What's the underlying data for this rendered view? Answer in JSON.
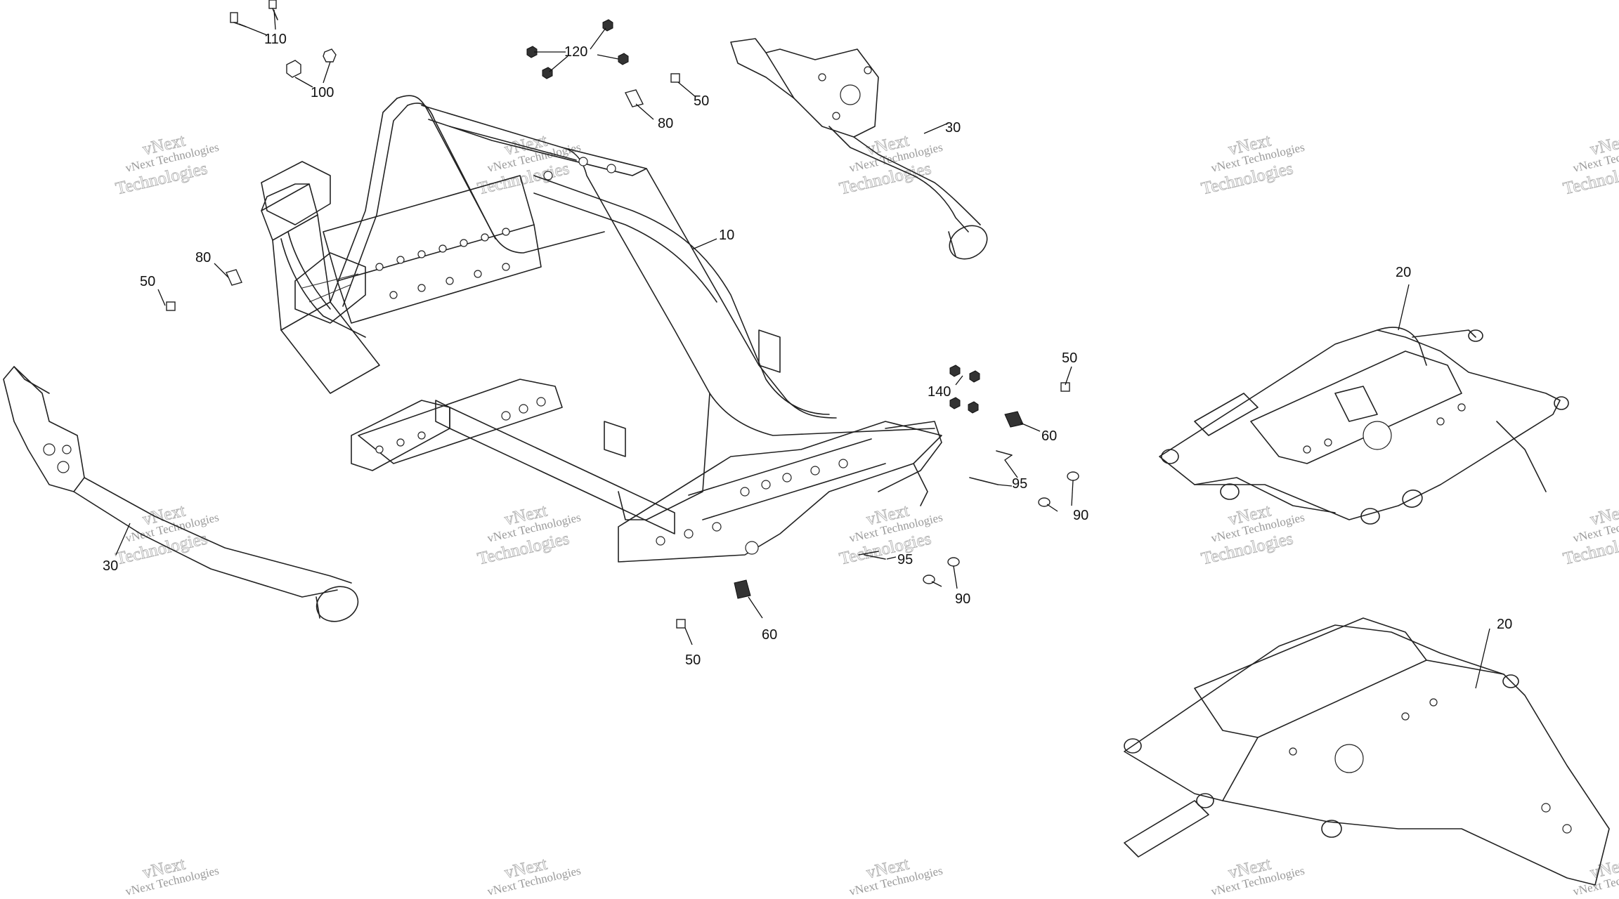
{
  "callouts": [
    {
      "key": "c110",
      "label": "110"
    },
    {
      "key": "c100",
      "label": "100"
    },
    {
      "key": "c120",
      "label": "120"
    },
    {
      "key": "c50a",
      "label": "50"
    },
    {
      "key": "c80a",
      "label": "80"
    },
    {
      "key": "c30a",
      "label": "30"
    },
    {
      "key": "c10",
      "label": "10"
    },
    {
      "key": "c80b",
      "label": "80"
    },
    {
      "key": "c50b",
      "label": "50"
    },
    {
      "key": "c20a",
      "label": "20"
    },
    {
      "key": "c50c",
      "label": "50"
    },
    {
      "key": "c140",
      "label": "140"
    },
    {
      "key": "c60a",
      "label": "60"
    },
    {
      "key": "c95a",
      "label": "95"
    },
    {
      "key": "c90a",
      "label": "90"
    },
    {
      "key": "c30b",
      "label": "30"
    },
    {
      "key": "c95b",
      "label": "95"
    },
    {
      "key": "c90b",
      "label": "90"
    },
    {
      "key": "c60b",
      "label": "60"
    },
    {
      "key": "c50d",
      "label": "50"
    },
    {
      "key": "c20b",
      "label": "20"
    }
  ],
  "watermark": {
    "line1": "vNext Technologies",
    "line2": "Technologies",
    "overlay": "vNext"
  },
  "colors": {
    "line": "#222222",
    "watermark": "#9a9a9a",
    "background": "#ffffff"
  }
}
